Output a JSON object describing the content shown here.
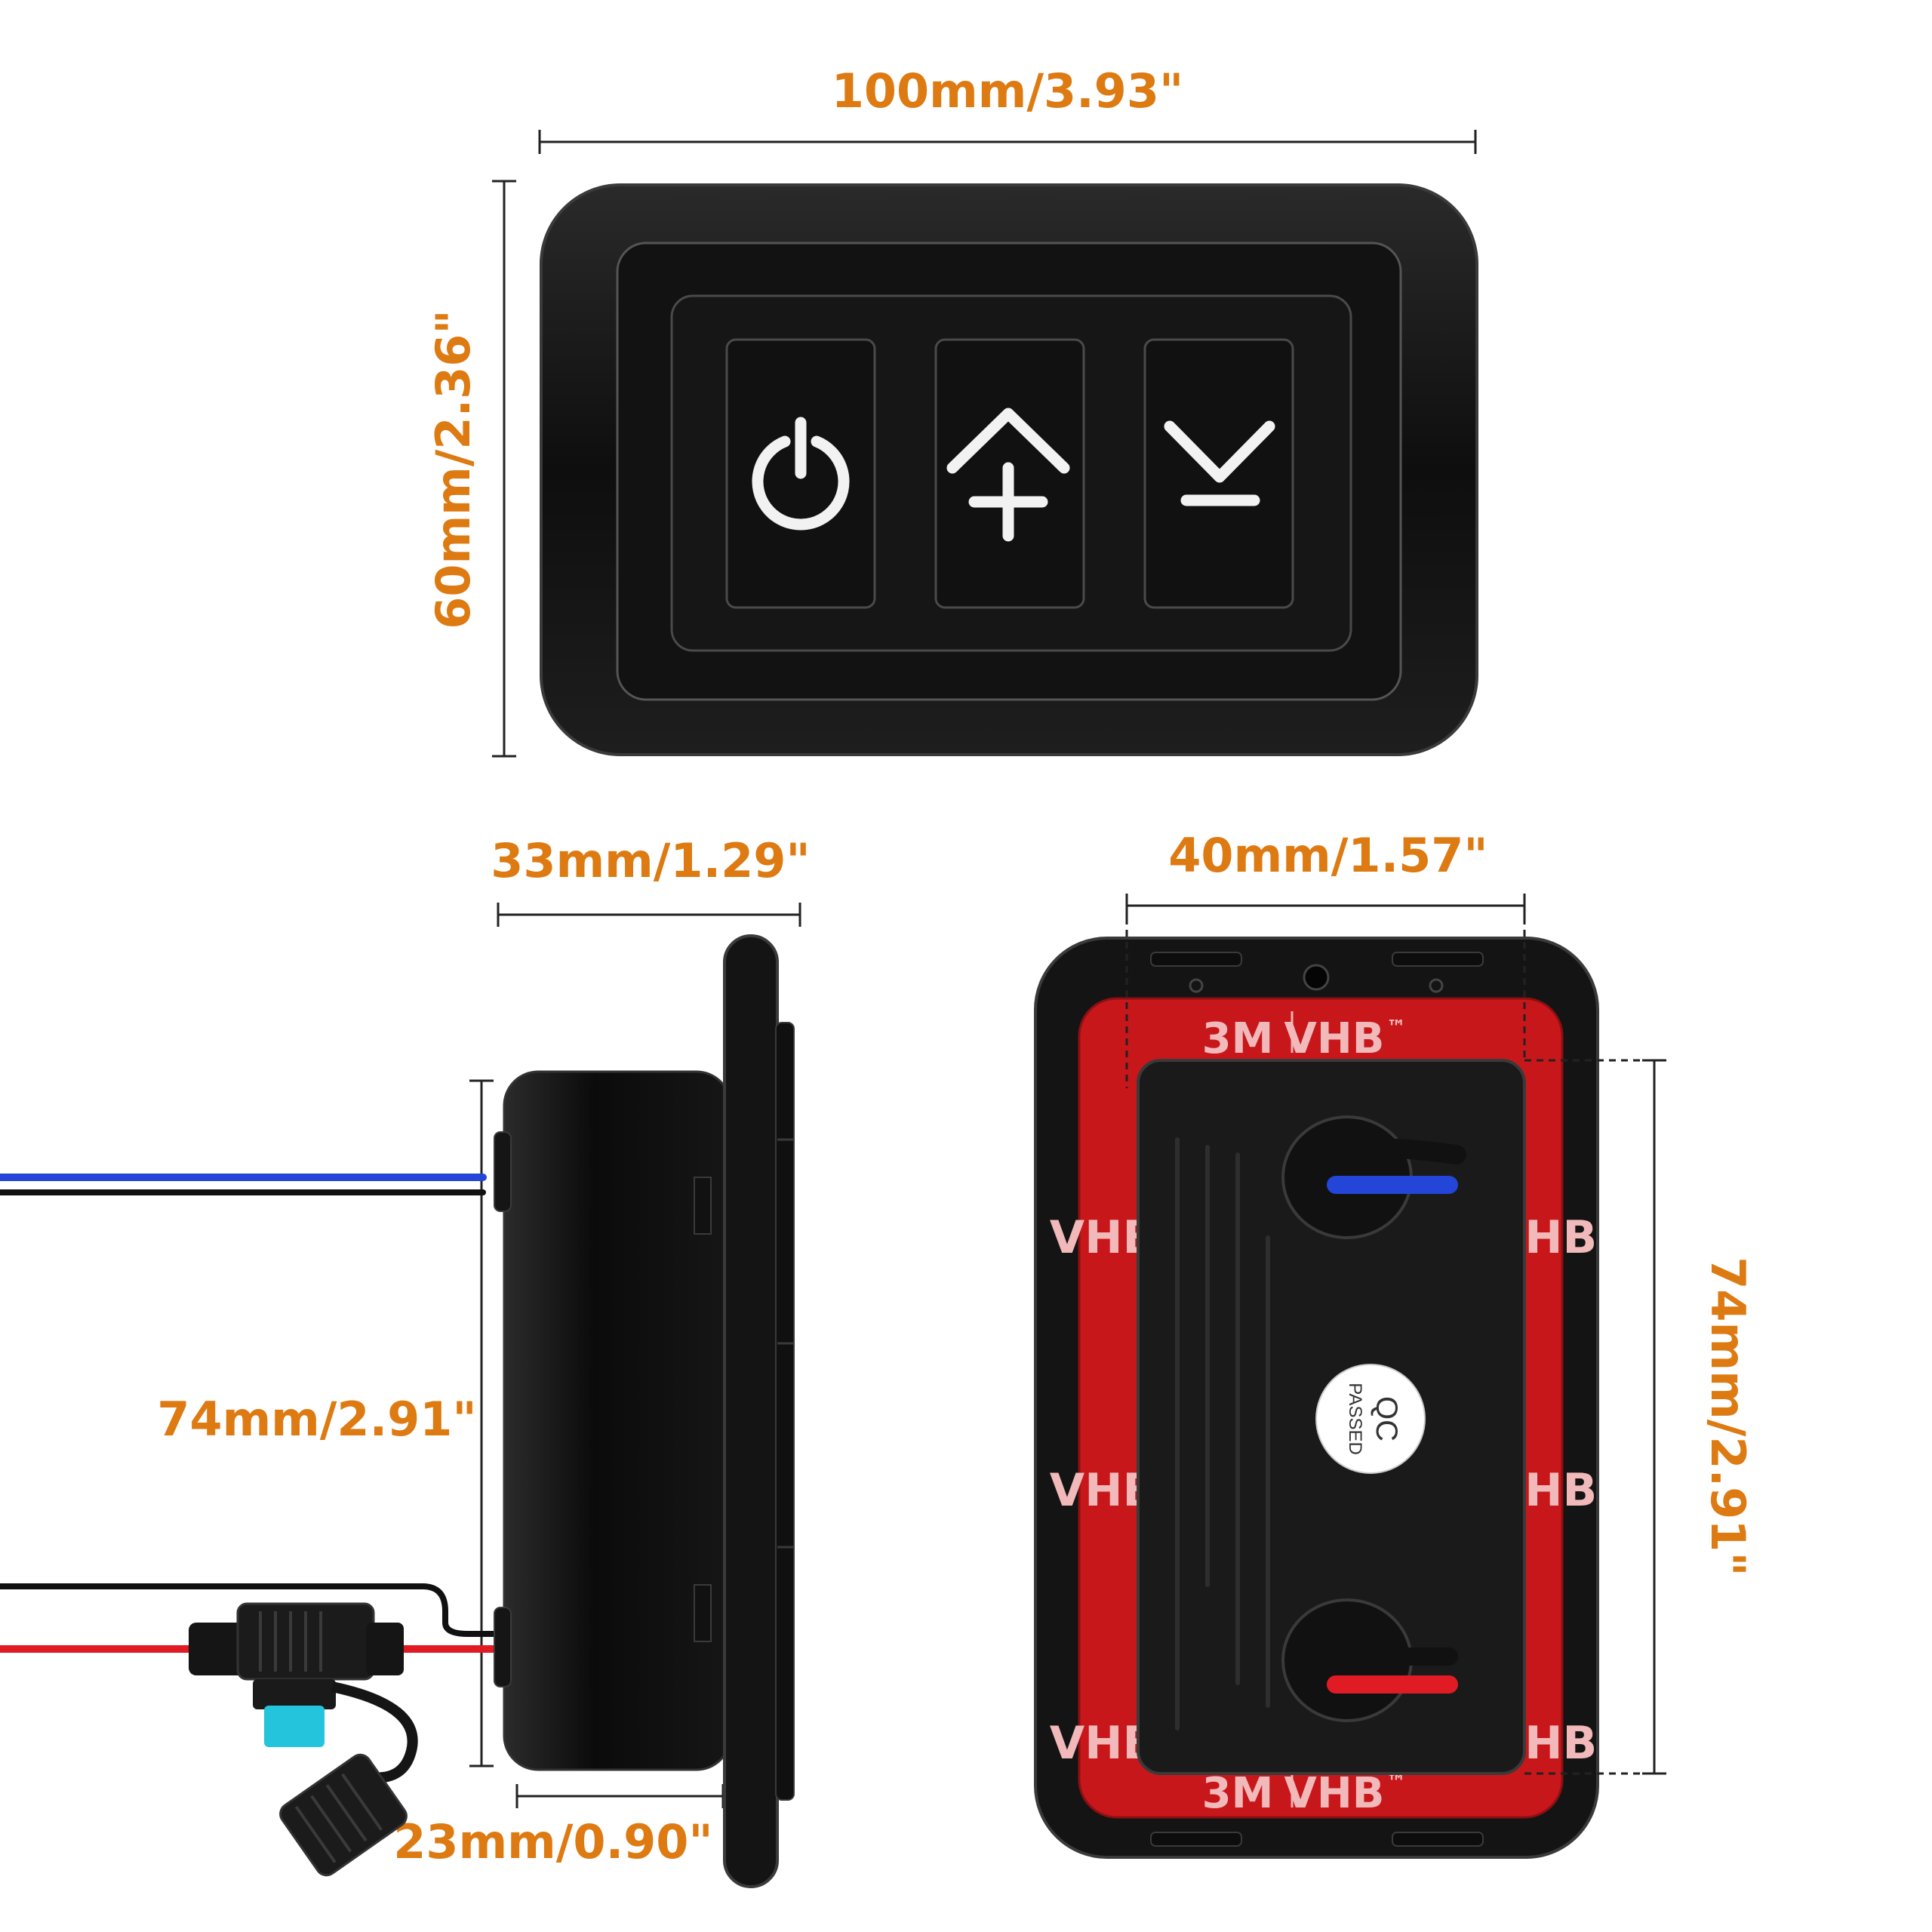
{
  "dimensions": {
    "top_width": "100mm/3.93\"",
    "top_height": "60mm/2.36\"",
    "side_width": "33mm/1.29\"",
    "side_height": "74mm/2.91\"",
    "side_depth": "23mm/0.90\"",
    "back_width": "40mm/1.57\"",
    "back_height": "74mm/2.91\""
  },
  "buttons": [
    {
      "icon": "power-icon"
    },
    {
      "icon": "up-plus-icon"
    },
    {
      "icon": "down-minus-icon"
    }
  ],
  "tape": {
    "brand": "3M",
    "product": "VHB",
    "mark": "™",
    "edge_text": "VHB"
  },
  "qc_sticker": {
    "line1": "QC",
    "line2": "PASSED"
  },
  "colors": {
    "dimension_text": "#de7a12",
    "device_body": "#141414",
    "tape_red": "#c8171b",
    "wire_blue": "#2345d8",
    "wire_red": "#e01b24",
    "fuse_cyan": "#23c4dc"
  }
}
